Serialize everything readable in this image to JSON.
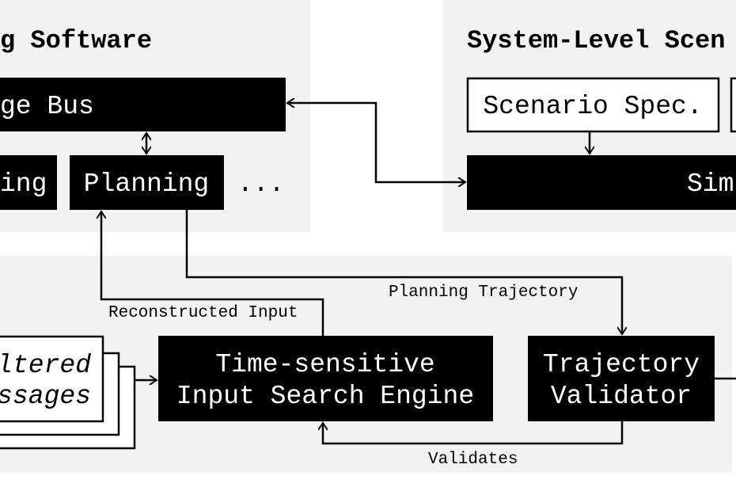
{
  "left_panel": {
    "title": "g Software",
    "message_bus": "ge Bus",
    "module_partial": "ing",
    "module_planning": "Planning",
    "ellipsis": "..."
  },
  "right_panel": {
    "title": "System-Level Scen",
    "scenario_spec": "Scenario Spec.",
    "simulator": "Sim"
  },
  "bottom_panel": {
    "filtered_line1": "ltered",
    "filtered_line2": "ssages",
    "engine_line1": "Time-sensitive",
    "engine_line2": "Input Search Engine",
    "validator_line1": "Trajectory",
    "validator_line2": "Validator",
    "label_reconstructed": "Reconstructed Input",
    "label_planning_trajectory": "Planning Trajectory",
    "label_validates": "Validates"
  },
  "colors": {
    "panel_bg": "#f2f2f2",
    "box": "#000000"
  }
}
